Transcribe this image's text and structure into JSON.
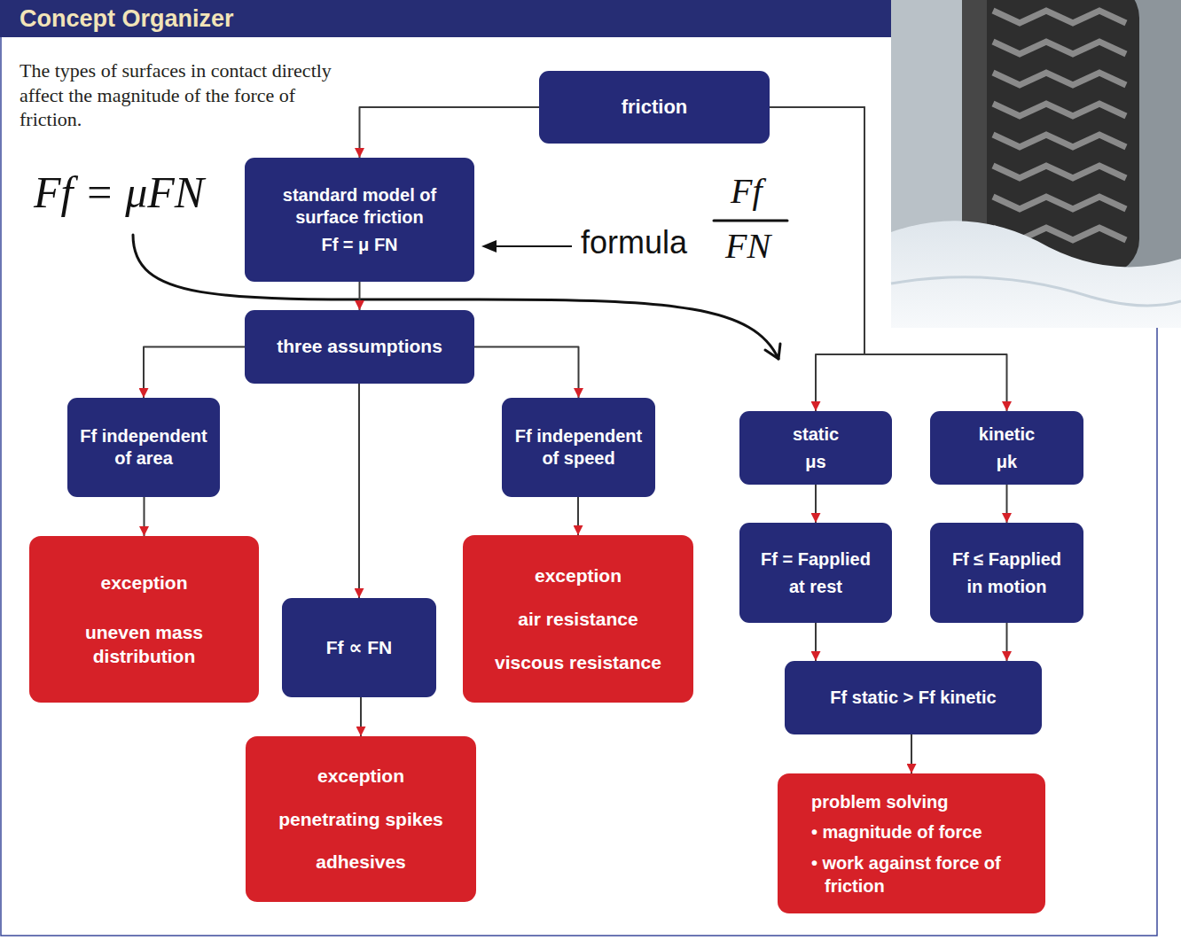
{
  "diagram": {
    "title": "Concept Organizer",
    "nodes": [
      {
        "text": [
          "friction"
        ]
      },
      {
        "text": [
          "standard model of surface friction",
          "Ff = μ FN"
        ]
      },
      {
        "text": [
          "three assumptions"
        ]
      },
      {
        "text": [
          "Ff independent of area"
        ]
      },
      {
        "text": [
          "Ff independent of speed"
        ]
      },
      {
        "text": [
          "exception",
          "uneven mass distribution"
        ]
      },
      {
        "text": [
          "Ff ∝ FN"
        ]
      },
      {
        "text": [
          "exception",
          "penetrating spikes",
          "adhesives"
        ]
      },
      {
        "text": [
          "exception",
          "air resistance",
          "viscous resistance"
        ]
      },
      {
        "text": [
          "static",
          "μs"
        ]
      },
      {
        "text": [
          "kinetic",
          "μk"
        ]
      },
      {
        "text": [
          "Ff = Fapplied",
          "at rest"
        ]
      },
      {
        "text": [
          "Ff ≤ Fapplied",
          "in motion"
        ]
      },
      {
        "text": [
          "Ff static > Ff kinetic"
        ]
      },
      {
        "text": [
          "problem solving",
          "• magnitude of force",
          "• work against force of friction"
        ]
      }
    ],
    "edges": [
      {
        "from": 0,
        "to": 1,
        "arrow": "to"
      },
      {
        "from": 0,
        "to": 9,
        "arrow": "to"
      },
      {
        "from": 0,
        "to": 10,
        "arrow": "to"
      },
      {
        "from": 1,
        "to": 2,
        "arrow": "to"
      },
      {
        "from": 2,
        "to": 3,
        "arrow": "to"
      },
      {
        "from": 2,
        "to": 6,
        "arrow": "to"
      },
      {
        "from": 2,
        "to": 4,
        "arrow": "to"
      },
      {
        "from": 3,
        "to": 5,
        "arrow": "to"
      },
      {
        "from": 6,
        "to": 7,
        "arrow": "to"
      },
      {
        "from": 4,
        "to": 8,
        "arrow": "to"
      },
      {
        "from": 9,
        "to": 11,
        "arrow": "to"
      },
      {
        "from": 10,
        "to": 12,
        "arrow": "to"
      },
      {
        "from": 11,
        "to": 13,
        "arrow": "to"
      },
      {
        "from": 12,
        "to": 13,
        "arrow": "to"
      },
      {
        "from": 13,
        "to": 14,
        "arrow": "to"
      }
    ],
    "labels": [
      "The types of surfaces in contact directly affect the magnitude of the force of friction.",
      "Ff = μFN",
      "formula",
      "Ff",
      "FN"
    ]
  }
}
